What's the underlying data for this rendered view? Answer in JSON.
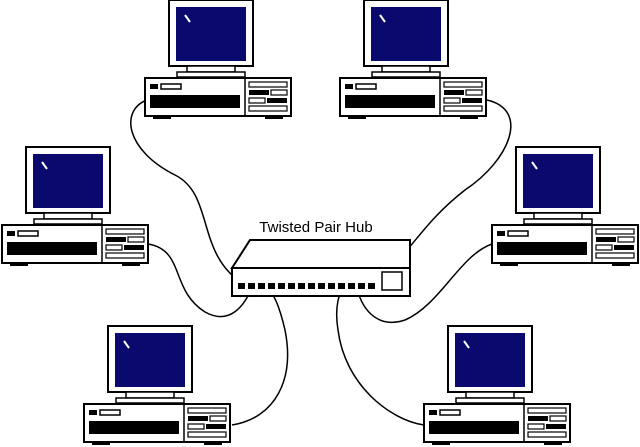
{
  "diagram": {
    "hub_label": "Twisted Pair Hub",
    "colors": {
      "screen": "#0a0a6e",
      "background": "#ffffff",
      "line": "#000000"
    },
    "nodes": [
      {
        "id": "workstation-top-left"
      },
      {
        "id": "workstation-top-right"
      },
      {
        "id": "workstation-middle-left"
      },
      {
        "id": "workstation-middle-right"
      },
      {
        "id": "workstation-bottom-left"
      },
      {
        "id": "workstation-bottom-right"
      }
    ],
    "hub": {
      "id": "twisted-pair-hub",
      "port_count": 14
    }
  }
}
